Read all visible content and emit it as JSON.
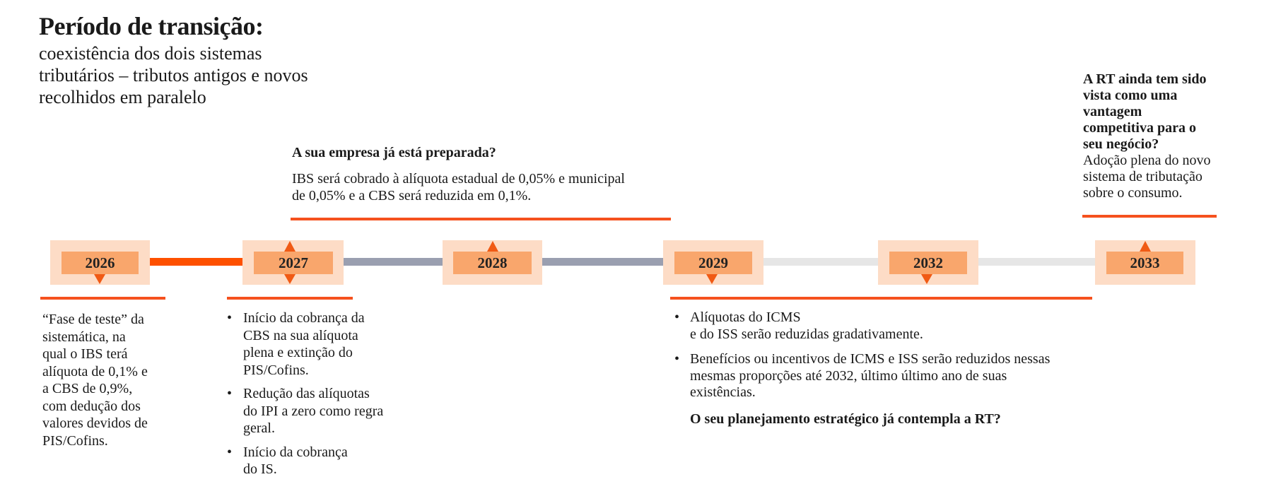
{
  "title": "Período de transição:",
  "subtitle": [
    "coexistência dos dois sistemas",
    "tributários – tributos antigos e novos",
    "recolhidos em paralelo"
  ],
  "colors": {
    "accent": "#f5511e",
    "box_outer": "#fddcc6",
    "box_inner": "#f9a66c",
    "bar_orange": "#fe5000",
    "bar_blue_gray": "#9a9fb0",
    "bar_light": "#e6e6e6"
  },
  "years": [
    "2026",
    "2027",
    "2028",
    "2029",
    "2032",
    "2033"
  ],
  "top_2028": {
    "question": "A sua empresa já está preparada?",
    "lines": [
      "IBS será cobrado à alíquota estadual de 0,05% e municipal",
      "de 0,05% e a CBS será reduzida em 0,1%."
    ]
  },
  "top_2033": {
    "question_lines": [
      "A RT ainda tem sido",
      "vista como uma",
      "vantagem",
      "competitiva para o",
      "seu negócio?"
    ],
    "lines": [
      "Adoção plena do novo",
      "sistema de tributação",
      "sobre o consumo."
    ]
  },
  "bottom_2026": {
    "lines": [
      "“Fase de teste” da",
      "sistemática, na",
      "qual o IBS terá",
      "alíquota de 0,1% e",
      "a CBS de 0,9%,",
      "com dedução dos",
      "valores devidos de",
      "PIS/Cofins."
    ]
  },
  "bottom_2027": {
    "bullets": [
      [
        "Início da cobrança  da",
        "CBS na sua alíquota",
        "plena e extinção do",
        "PIS/Cofins."
      ],
      [
        "Redução das alíquotas",
        "do IPI a zero como regra",
        "geral."
      ],
      [
        "Início da cobrança",
        "do IS."
      ]
    ]
  },
  "bottom_2029": {
    "bullets": [
      [
        "Alíquotas do ICMS",
        "e do ISS serão reduzidas gradativamente."
      ],
      [
        "Benefícios ou incentivos de ICMS e ISS serão reduzidos nessas",
        "mesmas proporções até 2032, último último ano de suas",
        "existências."
      ]
    ],
    "closing_question": "O seu planejamento estratégico já contempla a RT?"
  },
  "bullet_char": "•"
}
